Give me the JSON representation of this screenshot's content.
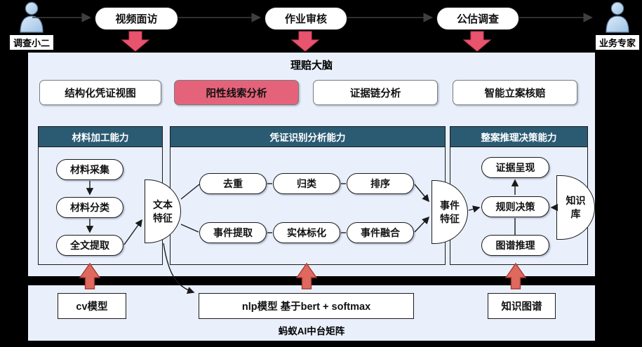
{
  "colors": {
    "background": "#000000",
    "panel_bg": "#e9f0fc",
    "subpanel_header": "#2b5b73",
    "highlight_pink": "#e5637a",
    "down_arrow": "#e8536e",
    "up_arrow_fill": "#e0695f",
    "up_arrow_border": "#a63a31"
  },
  "actors": {
    "left": {
      "label": "调查小二",
      "icon": "person-icon"
    },
    "right": {
      "label": "业务专家",
      "icon": "person-icon"
    }
  },
  "flow_pills": [
    {
      "label": "视频面访"
    },
    {
      "label": "作业审核"
    },
    {
      "label": "公估调查"
    }
  ],
  "brain": {
    "title": "理赔大脑",
    "capability_boxes": [
      {
        "label": "结构化凭证视图",
        "highlighted": false
      },
      {
        "label": "阳性线索分析",
        "highlighted": true
      },
      {
        "label": "证据链分析",
        "highlighted": false
      },
      {
        "label": "智能立案核赔",
        "highlighted": false
      }
    ],
    "material_panel": {
      "title": "材料加工能力",
      "steps": [
        {
          "label": "材料采集"
        },
        {
          "label": "材料分类"
        },
        {
          "label": "全文提取"
        }
      ]
    },
    "voucher_panel": {
      "title": "凭证识别分析能力",
      "row1": [
        {
          "label": "去重"
        },
        {
          "label": "归类"
        },
        {
          "label": "排序"
        }
      ],
      "row2": [
        {
          "label": "事件提取"
        },
        {
          "label": "实体标化"
        },
        {
          "label": "事件融合"
        }
      ]
    },
    "decision_panel": {
      "title": "整案推理决策能力",
      "steps": [
        {
          "label": "证据呈现"
        },
        {
          "label": "规则决策"
        },
        {
          "label": "图谱推理"
        }
      ]
    },
    "feature_text": {
      "label": "文本特征"
    },
    "feature_event": {
      "label": "事件特征"
    },
    "knowledge_base": {
      "label": "知识库"
    }
  },
  "platform": {
    "caption": "蚂蚁AI中台矩阵",
    "models": [
      {
        "label": "cv模型"
      },
      {
        "label": "nlp模型 基于bert + softmax"
      },
      {
        "label": "知识图谱"
      }
    ]
  }
}
